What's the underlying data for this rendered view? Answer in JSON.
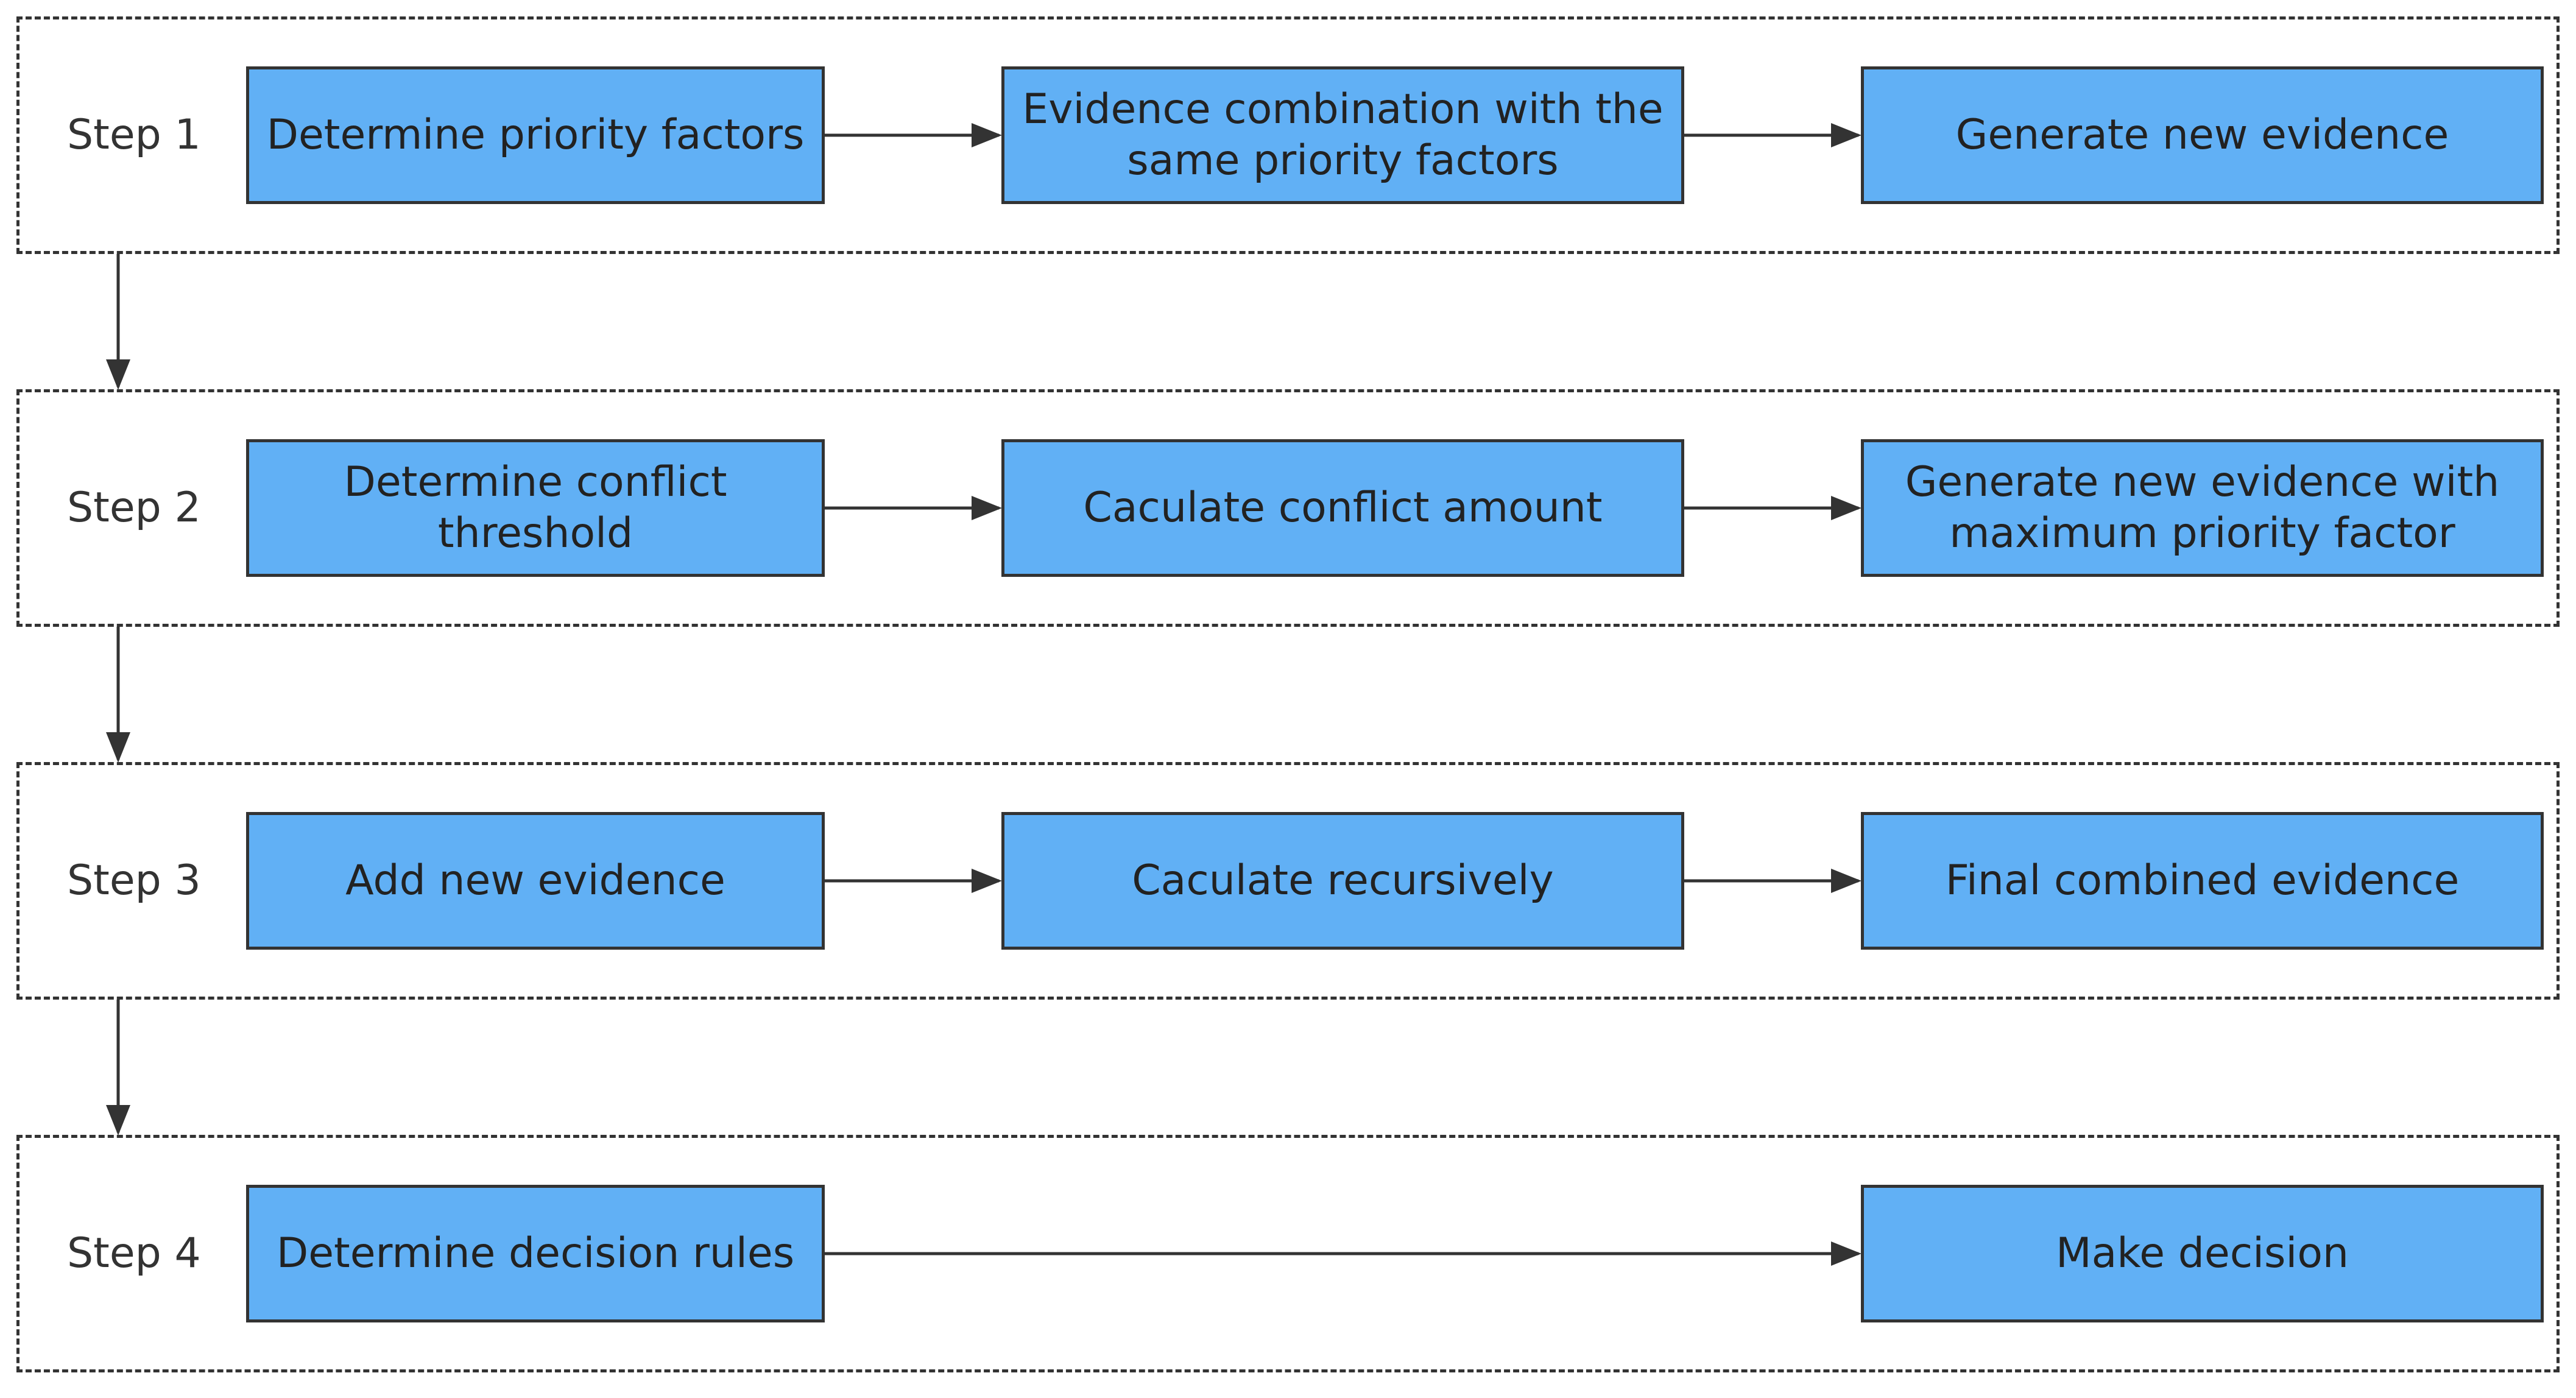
{
  "diagram": {
    "steps": [
      {
        "label": "Step 1",
        "nodes": [
          "Determine priority factors",
          "Evidence combination with the same priority factors",
          "Generate new evidence"
        ]
      },
      {
        "label": "Step 2",
        "nodes": [
          "Determine conflict threshold",
          "Caculate conflict amount",
          "Generate new evidence with maximum priority factor"
        ]
      },
      {
        "label": "Step 3",
        "nodes": [
          "Add new evidence",
          "Caculate recursively",
          "Final combined evidence"
        ]
      },
      {
        "label": "Step 4",
        "nodes": [
          "Determine decision rules",
          "Make decision"
        ]
      }
    ],
    "colors": {
      "node_fill": "#61b0f5",
      "stroke": "#333333",
      "text": "#222222"
    }
  }
}
